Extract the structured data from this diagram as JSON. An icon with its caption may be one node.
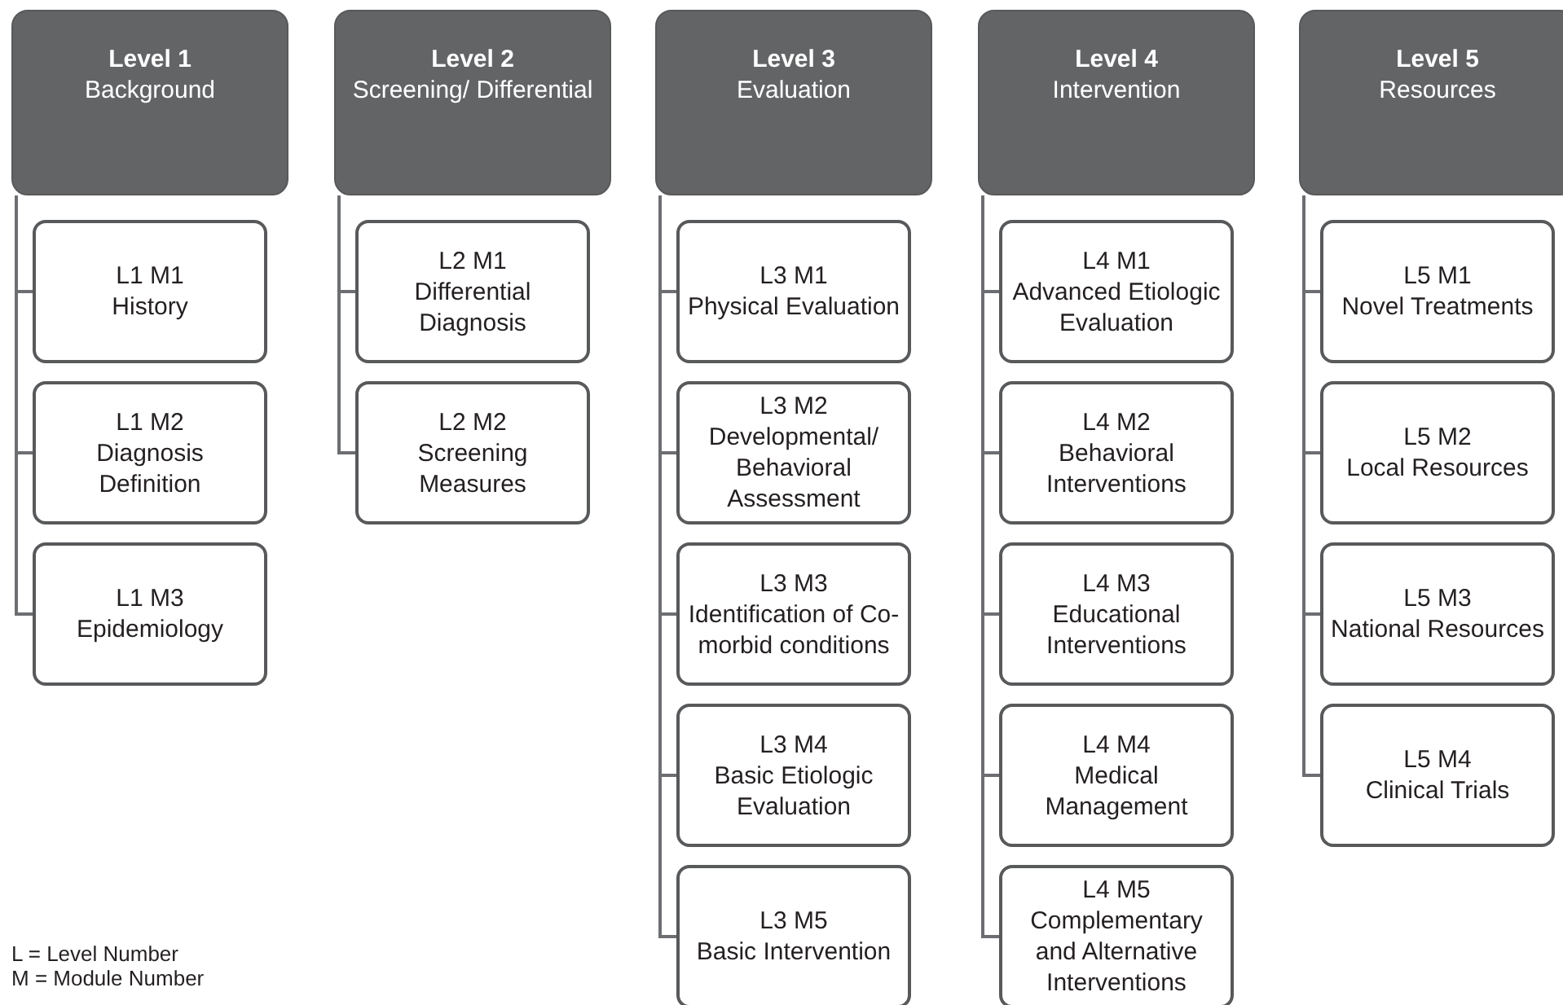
{
  "diagram": {
    "nodes": [
      {
        "text": [
          "Level 1",
          "Background"
        ]
      },
      {
        "text": [
          "L1 M1",
          "History"
        ]
      },
      {
        "text": [
          "L1 M2",
          "Diagnosis Definition"
        ]
      },
      {
        "text": [
          "L1 M3",
          "Epidemiology"
        ]
      },
      {
        "text": [
          "Level 2",
          "Screening/ Differential"
        ]
      },
      {
        "text": [
          "L2 M1",
          "Differential Diagnosis"
        ]
      },
      {
        "text": [
          "L2 M2",
          "Screening Measures"
        ]
      },
      {
        "text": [
          "Level 3",
          "Evaluation"
        ]
      },
      {
        "text": [
          "L3 M1",
          "Physical Evaluation"
        ]
      },
      {
        "text": [
          "L3 M2",
          "Developmental/ Behavioral Assessment"
        ]
      },
      {
        "text": [
          "L3 M3",
          "Identification of Co-morbid conditions"
        ]
      },
      {
        "text": [
          "L3 M4",
          "Basic Etiologic Evaluation"
        ]
      },
      {
        "text": [
          "L3 M5",
          "Basic Intervention"
        ]
      },
      {
        "text": [
          "Level 4",
          "Intervention"
        ]
      },
      {
        "text": [
          "L4 M1",
          "Advanced Etiologic Evaluation"
        ]
      },
      {
        "text": [
          "L4 M2",
          "Behavioral Interventions"
        ]
      },
      {
        "text": [
          "L4 M3",
          "Educational Interventions"
        ]
      },
      {
        "text": [
          "L4 M4",
          "Medical Management"
        ]
      },
      {
        "text": [
          "L4 M5",
          "Complementary and Alternative Interventions"
        ]
      },
      {
        "text": [
          "Level 5",
          "Resources"
        ]
      },
      {
        "text": [
          "L5 M1",
          "Novel Treatments"
        ]
      },
      {
        "text": [
          "L5 M2",
          "Local Resources"
        ]
      },
      {
        "text": [
          "L5 M3",
          "National Resources"
        ]
      },
      {
        "text": [
          "L5 M4",
          "Clinical Trials"
        ]
      }
    ],
    "edges": [
      {
        "from": 0,
        "to": 1,
        "arrow": "none"
      },
      {
        "from": 0,
        "to": 2,
        "arrow": "none"
      },
      {
        "from": 0,
        "to": 3,
        "arrow": "none"
      },
      {
        "from": 4,
        "to": 5,
        "arrow": "none"
      },
      {
        "from": 4,
        "to": 6,
        "arrow": "none"
      },
      {
        "from": 7,
        "to": 8,
        "arrow": "none"
      },
      {
        "from": 7,
        "to": 9,
        "arrow": "none"
      },
      {
        "from": 7,
        "to": 10,
        "arrow": "none"
      },
      {
        "from": 7,
        "to": 11,
        "arrow": "none"
      },
      {
        "from": 7,
        "to": 12,
        "arrow": "none"
      },
      {
        "from": 13,
        "to": 14,
        "arrow": "none"
      },
      {
        "from": 13,
        "to": 15,
        "arrow": "none"
      },
      {
        "from": 13,
        "to": 16,
        "arrow": "none"
      },
      {
        "from": 13,
        "to": 17,
        "arrow": "none"
      },
      {
        "from": 13,
        "to": 18,
        "arrow": "none"
      },
      {
        "from": 19,
        "to": 20,
        "arrow": "none"
      },
      {
        "from": 19,
        "to": 21,
        "arrow": "none"
      },
      {
        "from": 19,
        "to": 22,
        "arrow": "none"
      },
      {
        "from": 19,
        "to": 23,
        "arrow": "none"
      }
    ],
    "labels": [
      "L = Level Number",
      "M = Module Number"
    ]
  }
}
